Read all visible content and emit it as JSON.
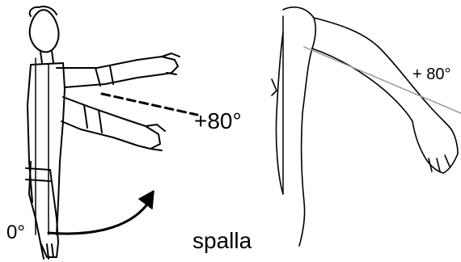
{
  "figure": {
    "left_panel": {
      "angle_label": "+80°",
      "start_label": "0°"
    },
    "caption": "spalla",
    "right_panel": {
      "angle_label": "+ 80°"
    },
    "colors": {
      "ink": "#000000",
      "reference_line": "#9a9a9a",
      "background": "#ffffff"
    }
  }
}
